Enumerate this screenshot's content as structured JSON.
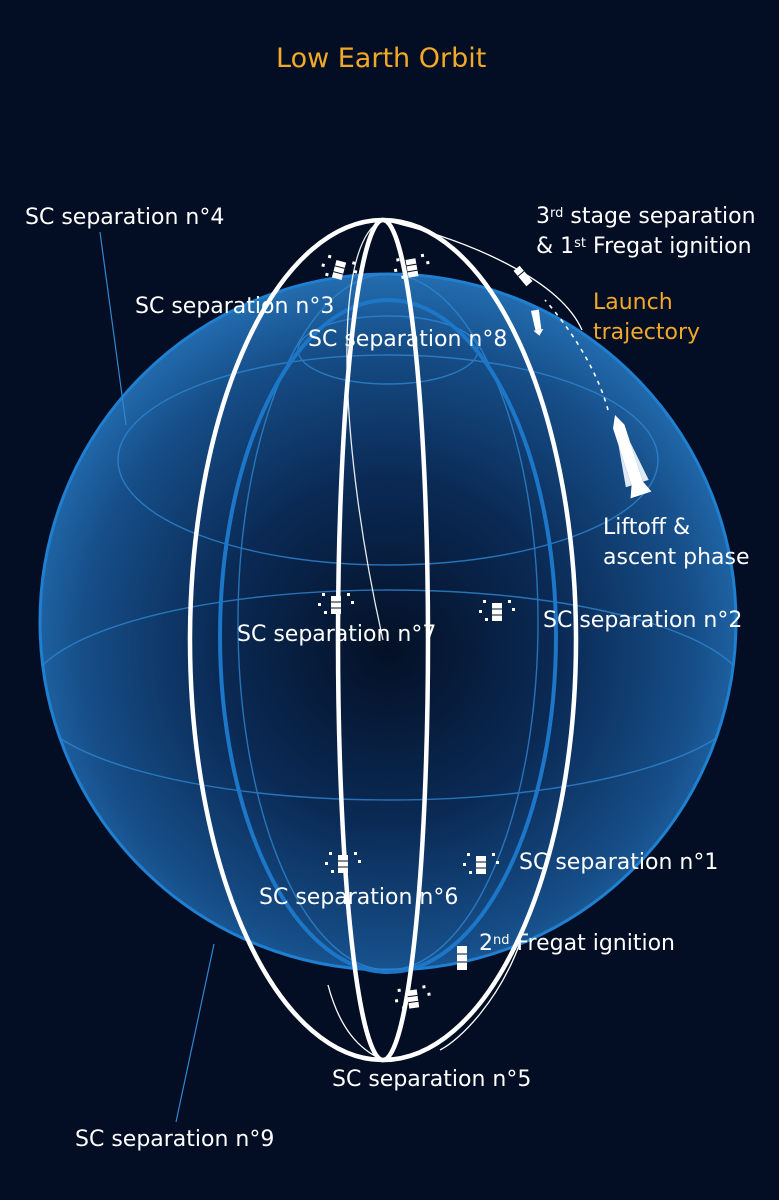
{
  "title": "Low Earth Orbit",
  "colors": {
    "background": "#030e24",
    "earth_edge": "#1f7fd0",
    "orbit": "#ffffff",
    "accent": "#f2a928"
  },
  "labels": {
    "sep4": "SC separation n°4",
    "sep3": "SC separation n°3",
    "sep8": "SC separation n°8",
    "sep7": "SC separation n°7",
    "sep2": "SC separation n°2",
    "sep6": "SC separation n°6",
    "sep1": "SC separation n°1",
    "sep5": "SC separation n°5",
    "sep9": "SC separation n°9",
    "stage3_line1_a": "3",
    "stage3_line1_sup": "rd",
    "stage3_line1_b": " stage separation",
    "stage3_line2_a": "& 1",
    "stage3_line2_sup": "st",
    "stage3_line2_b": " Fregat ignition",
    "launch_traj_1": "Launch",
    "launch_traj_2": "trajectory",
    "liftoff_1": "Liftoff &",
    "liftoff_2": "ascent phase",
    "fregat2_a": "2",
    "fregat2_sup": "nd",
    "fregat2_b": " Fregat ignition"
  },
  "icons": {
    "spacecraft": "satellite-icon",
    "rocket": "rocket-icon",
    "upper_stage": "fregat-stage-icon"
  }
}
